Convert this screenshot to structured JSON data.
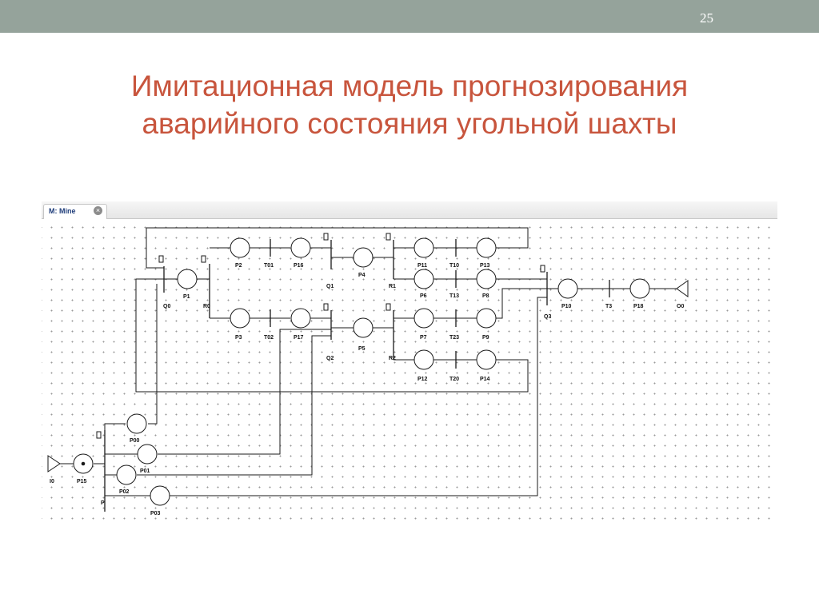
{
  "slide": {
    "number": "25",
    "title_line1": "Имитационная модель прогнозирования",
    "title_line2": "аварийного состояния угольной шахты"
  },
  "editor": {
    "tab_label": "M: Mine",
    "close_glyph": "×"
  },
  "diagram": {
    "places": [
      "P1",
      "P2",
      "P16",
      "P4",
      "P11",
      "P13",
      "P6",
      "P8",
      "P3",
      "P17",
      "P5",
      "P7",
      "P9",
      "P12",
      "P14",
      "P10",
      "P18",
      "P00",
      "P01",
      "P02",
      "P03",
      "P15"
    ],
    "transitions": [
      "T01",
      "T10",
      "T13",
      "T02",
      "T23",
      "T20",
      "T3"
    ],
    "switches": [
      "Q0",
      "R0",
      "Q1",
      "R1",
      "Q2",
      "R2",
      "Q3",
      "P"
    ],
    "io": [
      "I0",
      "O0"
    ],
    "colors": {
      "line": "#1a1a1a",
      "title": "#c8553d",
      "header": "#95a39b"
    }
  }
}
